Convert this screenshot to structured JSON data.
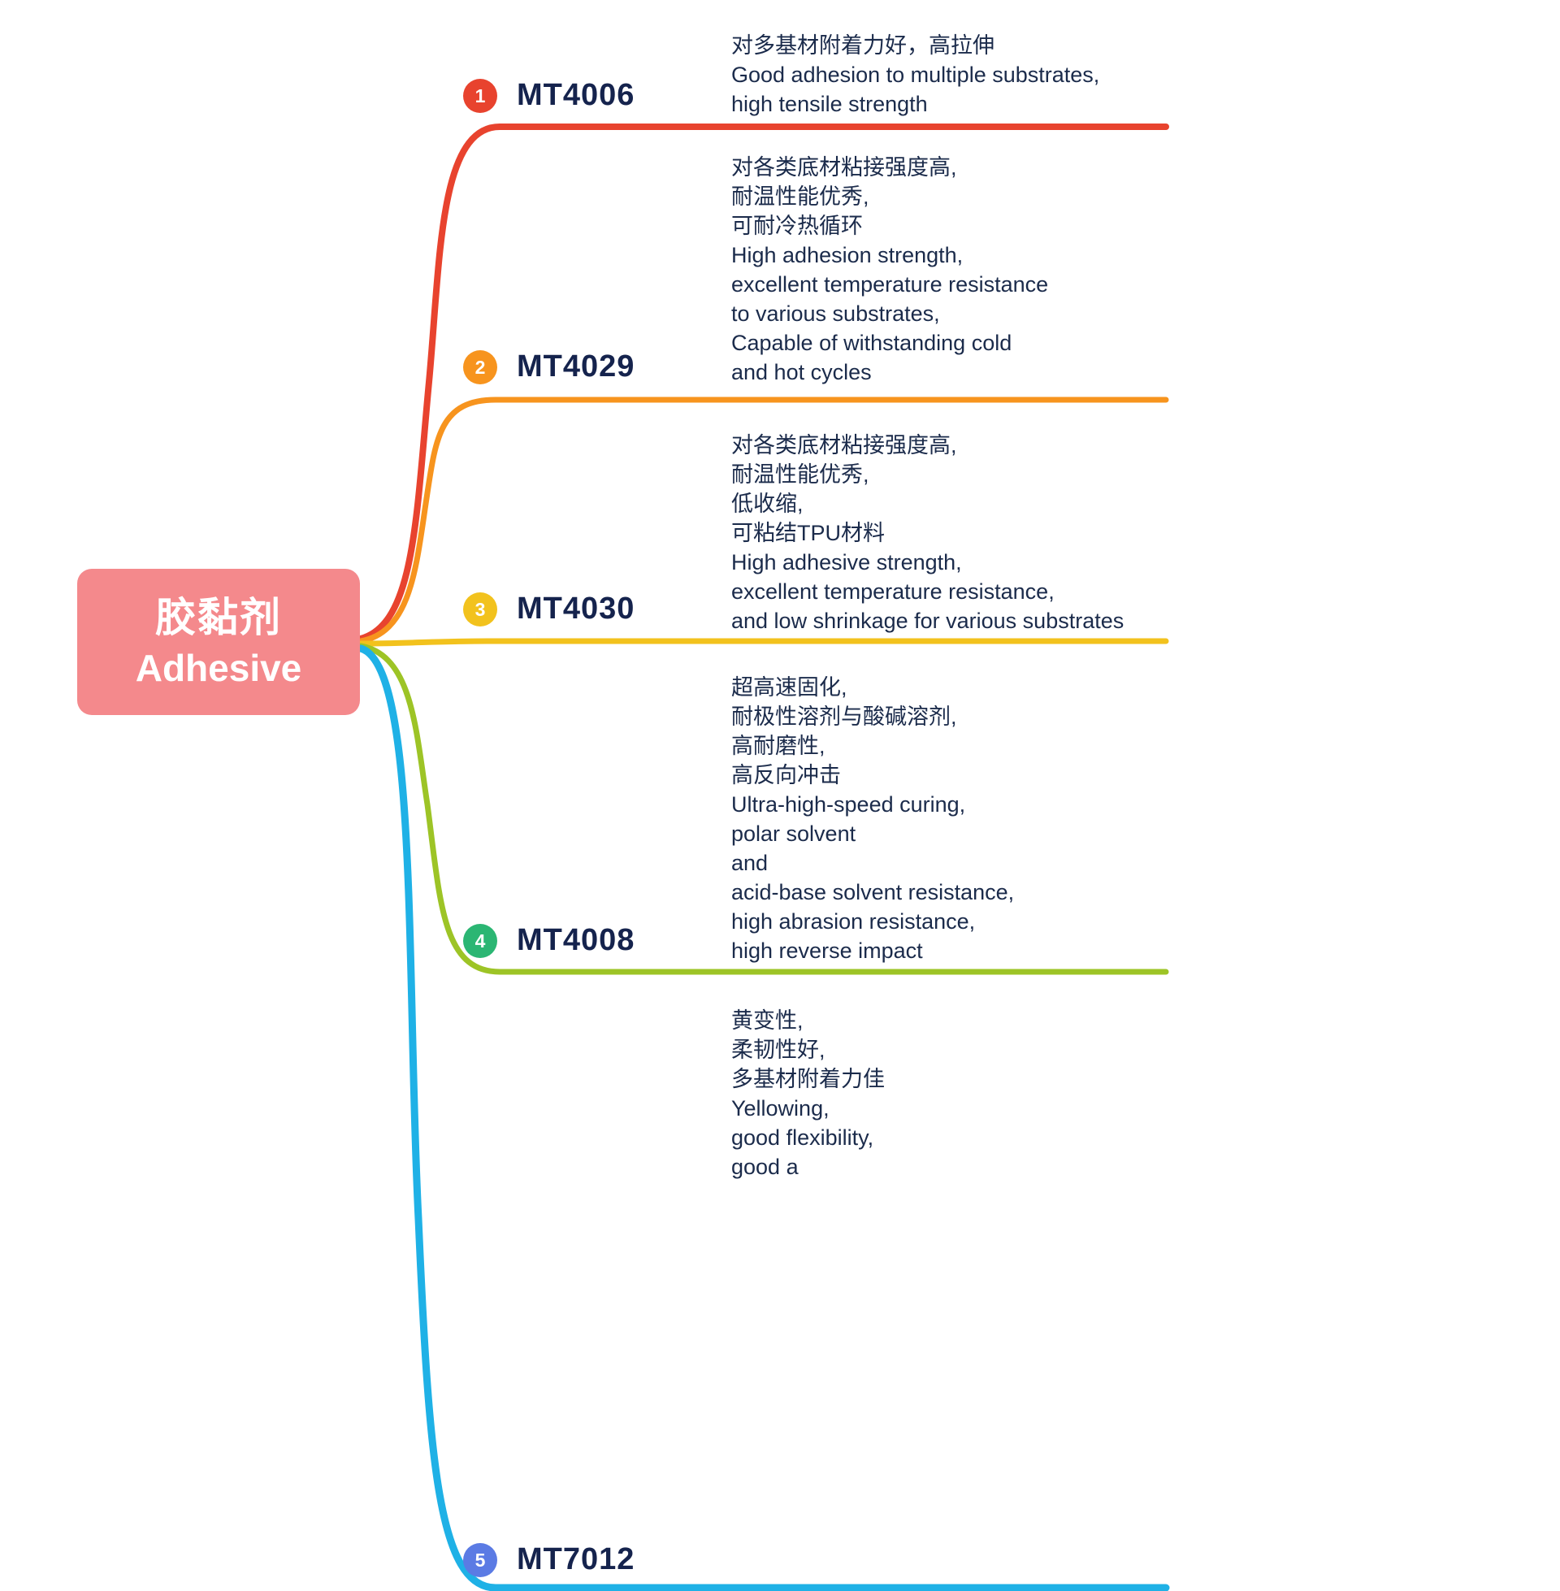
{
  "root": {
    "title_zh": "胶黏剂",
    "title_en": "Adhesive",
    "color": "#F4898C"
  },
  "branches": [
    {
      "num": "1",
      "label": "MT4006",
      "line_color": "#E8432E",
      "badge_color": "#E8432E",
      "desc": "对多基材附着力好，高拉伸\nGood adhesion to multiple substrates,\nhigh tensile strength"
    },
    {
      "num": "2",
      "label": "MT4029",
      "line_color": "#F7941E",
      "badge_color": "#F7941E",
      "desc": "对各类底材粘接强度高,\n耐温性能优秀,\n可耐冷热循环\nHigh adhesion strength,\nexcellent temperature resistance\nto various substrates,\nCapable of withstanding cold\nand hot cycles"
    },
    {
      "num": "3",
      "label": "MT4030",
      "line_color": "#F2C21D",
      "badge_color": "#F2C21D",
      "desc": "对各类底材粘接强度高,\n耐温性能优秀,\n低收缩,\n可粘结TPU材料\nHigh adhesive strength,\nexcellent temperature resistance,\nand low shrinkage for various substrates"
    },
    {
      "num": "4",
      "label": "MT4008",
      "line_color": "#9DC426",
      "badge_color": "#2BB673",
      "desc": "超高速固化,\n耐极性溶剂与酸碱溶剂,\n高耐磨性,\n高反向冲击\nUltra-high-speed curing,\npolar solvent\nand\nacid-base solvent resistance,\nhigh abrasion resistance,\nhigh reverse impact"
    },
    {
      "num": "5",
      "label": "MT7012",
      "line_color": "#1FB1E6",
      "badge_color": "#5B7BE4",
      "desc": "黄变性,\n柔韧性好,\n多基材附着力佳\nYellowing,\ngood flexibility,\ngood a"
    }
  ]
}
